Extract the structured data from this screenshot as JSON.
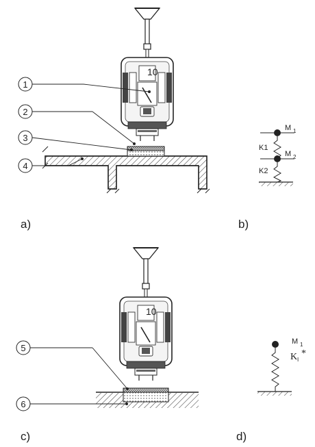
{
  "panels": {
    "a": "a)",
    "b": "b)",
    "c": "c)",
    "d": "d)"
  },
  "machine_display": "10",
  "callouts": {
    "c1": "1",
    "c2": "2",
    "c3": "3",
    "c4": "4",
    "c5": "5",
    "c6": "6"
  },
  "model_b": {
    "mass_top": "M",
    "mass_top_sub": "1",
    "mass_bottom": "M",
    "mass_bottom_sub": "2",
    "spring_top": "K1",
    "spring_bottom": "K2"
  },
  "model_d": {
    "mass": "M",
    "mass_sub": "1",
    "spring": "K",
    "spring_sub": "I",
    "spring_star": "*"
  }
}
